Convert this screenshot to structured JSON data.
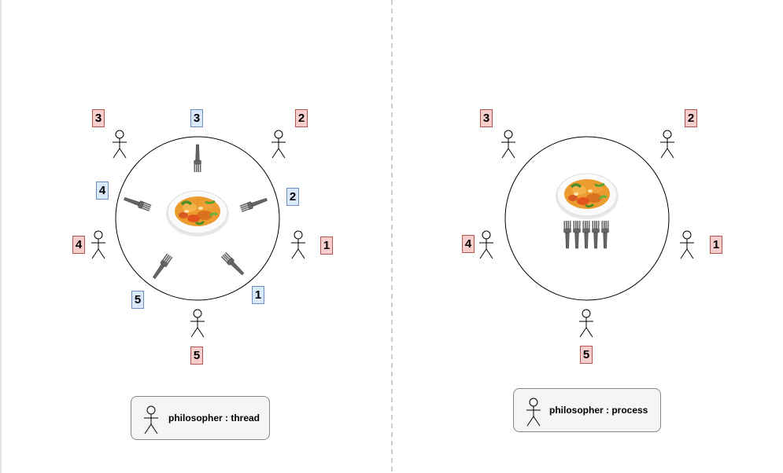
{
  "left_diagram": {
    "philosopher_numbers": [
      "1",
      "2",
      "3",
      "4",
      "5"
    ],
    "fork_numbers": [
      "1",
      "2",
      "3",
      "4",
      "5"
    ],
    "legend_text": "philosopher : thread"
  },
  "right_diagram": {
    "philosopher_numbers": [
      "1",
      "2",
      "3",
      "4",
      "5"
    ],
    "legend_text": "philosopher : process"
  },
  "colors": {
    "philosopher_label_fill": "#f8cecc",
    "philosopher_label_border": "#b85450",
    "fork_label_fill": "#dae8fc",
    "fork_label_border": "#6c8ebf",
    "legend_fill": "#f5f5f5",
    "divider": "#bbbbbb",
    "fork": "#666666"
  },
  "icons": {
    "philosopher": "stick-figure-icon",
    "fork": "fork-icon",
    "dish": "pasta-dish-icon"
  }
}
